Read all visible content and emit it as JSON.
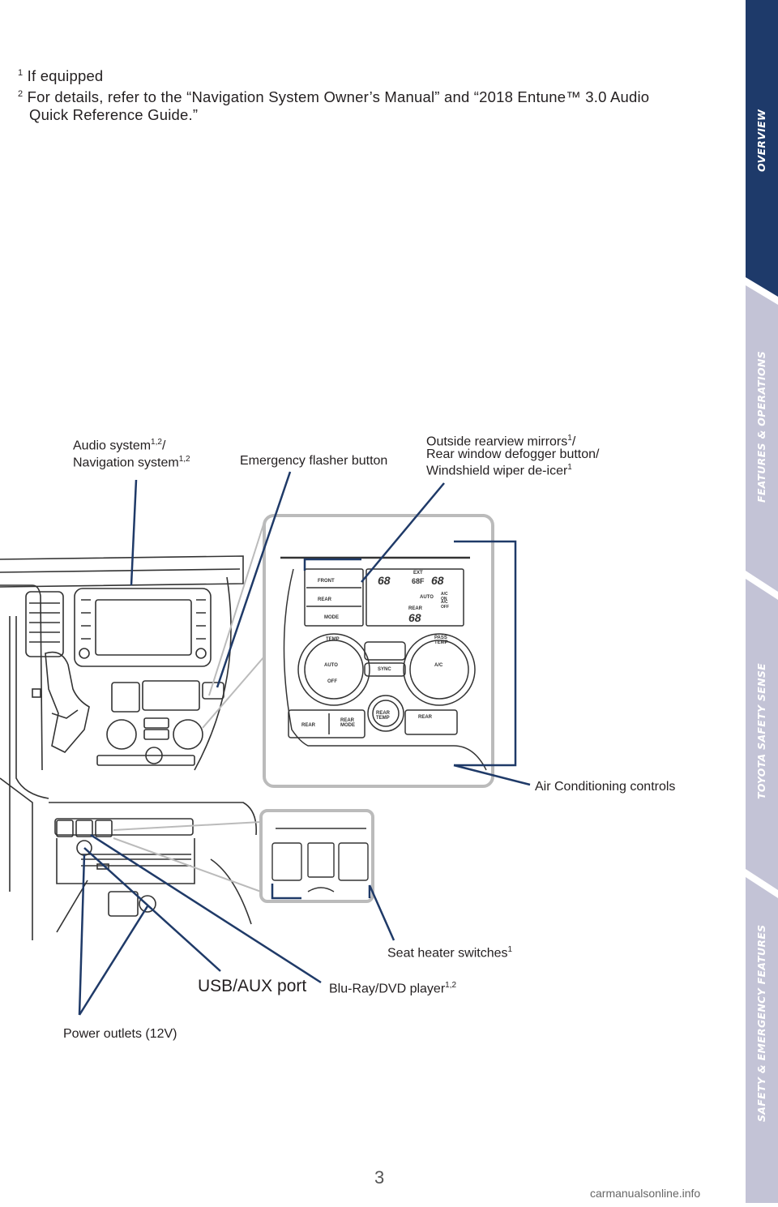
{
  "footnotes": {
    "fn1_mark": "1",
    "fn1_text": "If equipped",
    "fn2_mark": "2",
    "fn2_line1": "For details, refer to the “Navigation System Owner’s Manual” and “2018 Entune™ 3.0 Audio",
    "fn2_line2": "Quick Reference Guide.”"
  },
  "side_tabs": {
    "tab1": "OVERVIEW",
    "tab2": "FEATURES & OPERATIONS",
    "tab3": "TOYOTA SAFETY SENSE",
    "tab4": "SAFETY & EMERGENCY FEATURES"
  },
  "callouts": {
    "audio_line1": "Audio system",
    "audio_sup1": "1,2",
    "audio_slash": "/",
    "audio_line2": "Navigation system",
    "audio_sup2": "1,2",
    "emergency": "Emergency flasher button",
    "mirrors_line1": "Outside rearview mirrors",
    "mirrors_sup1": "1",
    "mirrors_slash": "/",
    "mirrors_line2": "Rear window defogger button/",
    "mirrors_line3": "Windshield wiper de-icer",
    "mirrors_sup3": "1",
    "air": "Air Conditioning controls",
    "seat": "Seat heater switches",
    "seat_sup": "1",
    "usb": "USB/AUX port",
    "bluray": "Blu-Ray/DVD player",
    "bluray_sup": "1,2",
    "power": "Power outlets (12V)"
  },
  "panel": {
    "front": "FRONT",
    "rear": "REAR",
    "mode": "MODE",
    "ext": "EXT",
    "temp_ext": "68F",
    "temp_left": "68",
    "temp_right": "68",
    "temp_rear": "68",
    "auto": "AUTO",
    "rear_label": "REAR",
    "ac_on": "A/C ON",
    "ac_off": "A/C OFF",
    "temp": "TEMP",
    "pass_temp": "PASS TEMP",
    "auto_knob": "AUTO",
    "off": "OFF",
    "sync": "SYNC",
    "ac_knob": "A/C",
    "rear_temp": "REAR TEMP",
    "rear_btn": "REAR",
    "rear_mode": "REAR MODE",
    "rear_fan": "REAR"
  },
  "colors": {
    "accent": "#1f3a68",
    "tab_dark": "#1e3a6a",
    "tab_light": "#c3c3d6"
  },
  "page_number": "3",
  "watermark": "carmanualsonline.info"
}
